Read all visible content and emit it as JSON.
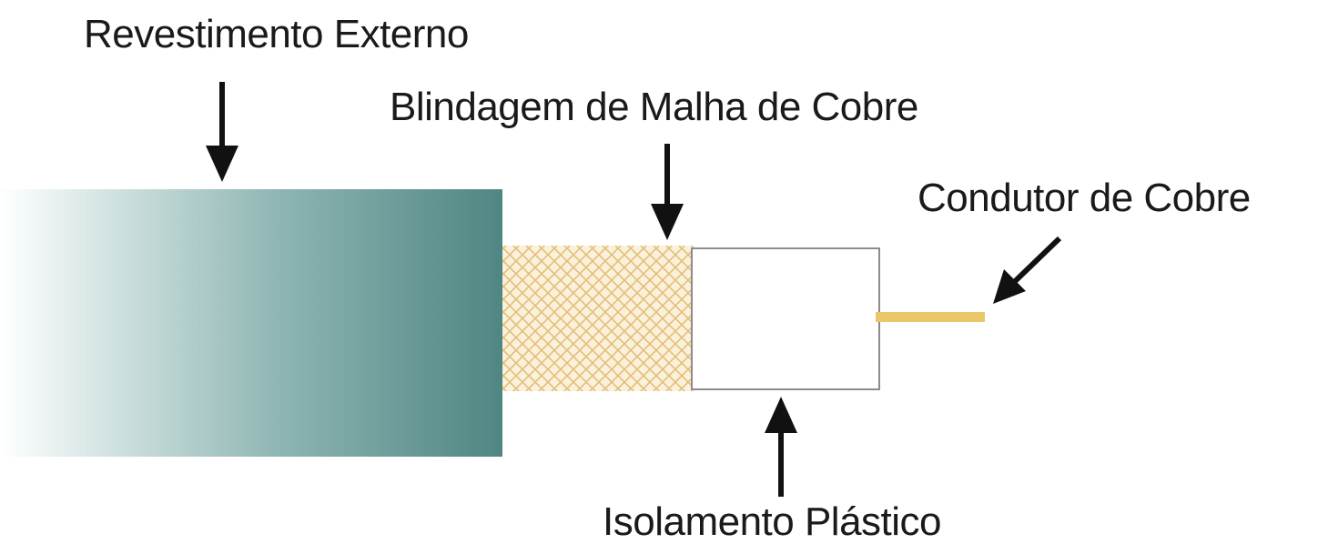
{
  "labels": {
    "outer_jacket": "Revestimento Externo",
    "copper_braid_shield": "Blindagem de Malha de Cobre",
    "copper_conductor": "Condutor de Cobre",
    "plastic_insulation": "Isolamento Plástico"
  },
  "colors": {
    "jacket_dark": "#4f8683",
    "jacket_light": "#ffffff",
    "braid": "#e7c074",
    "conductor": "#ecc76a",
    "insulation_border": "#8c8c8c",
    "arrow": "#111111",
    "text": "#1a1a1a"
  }
}
